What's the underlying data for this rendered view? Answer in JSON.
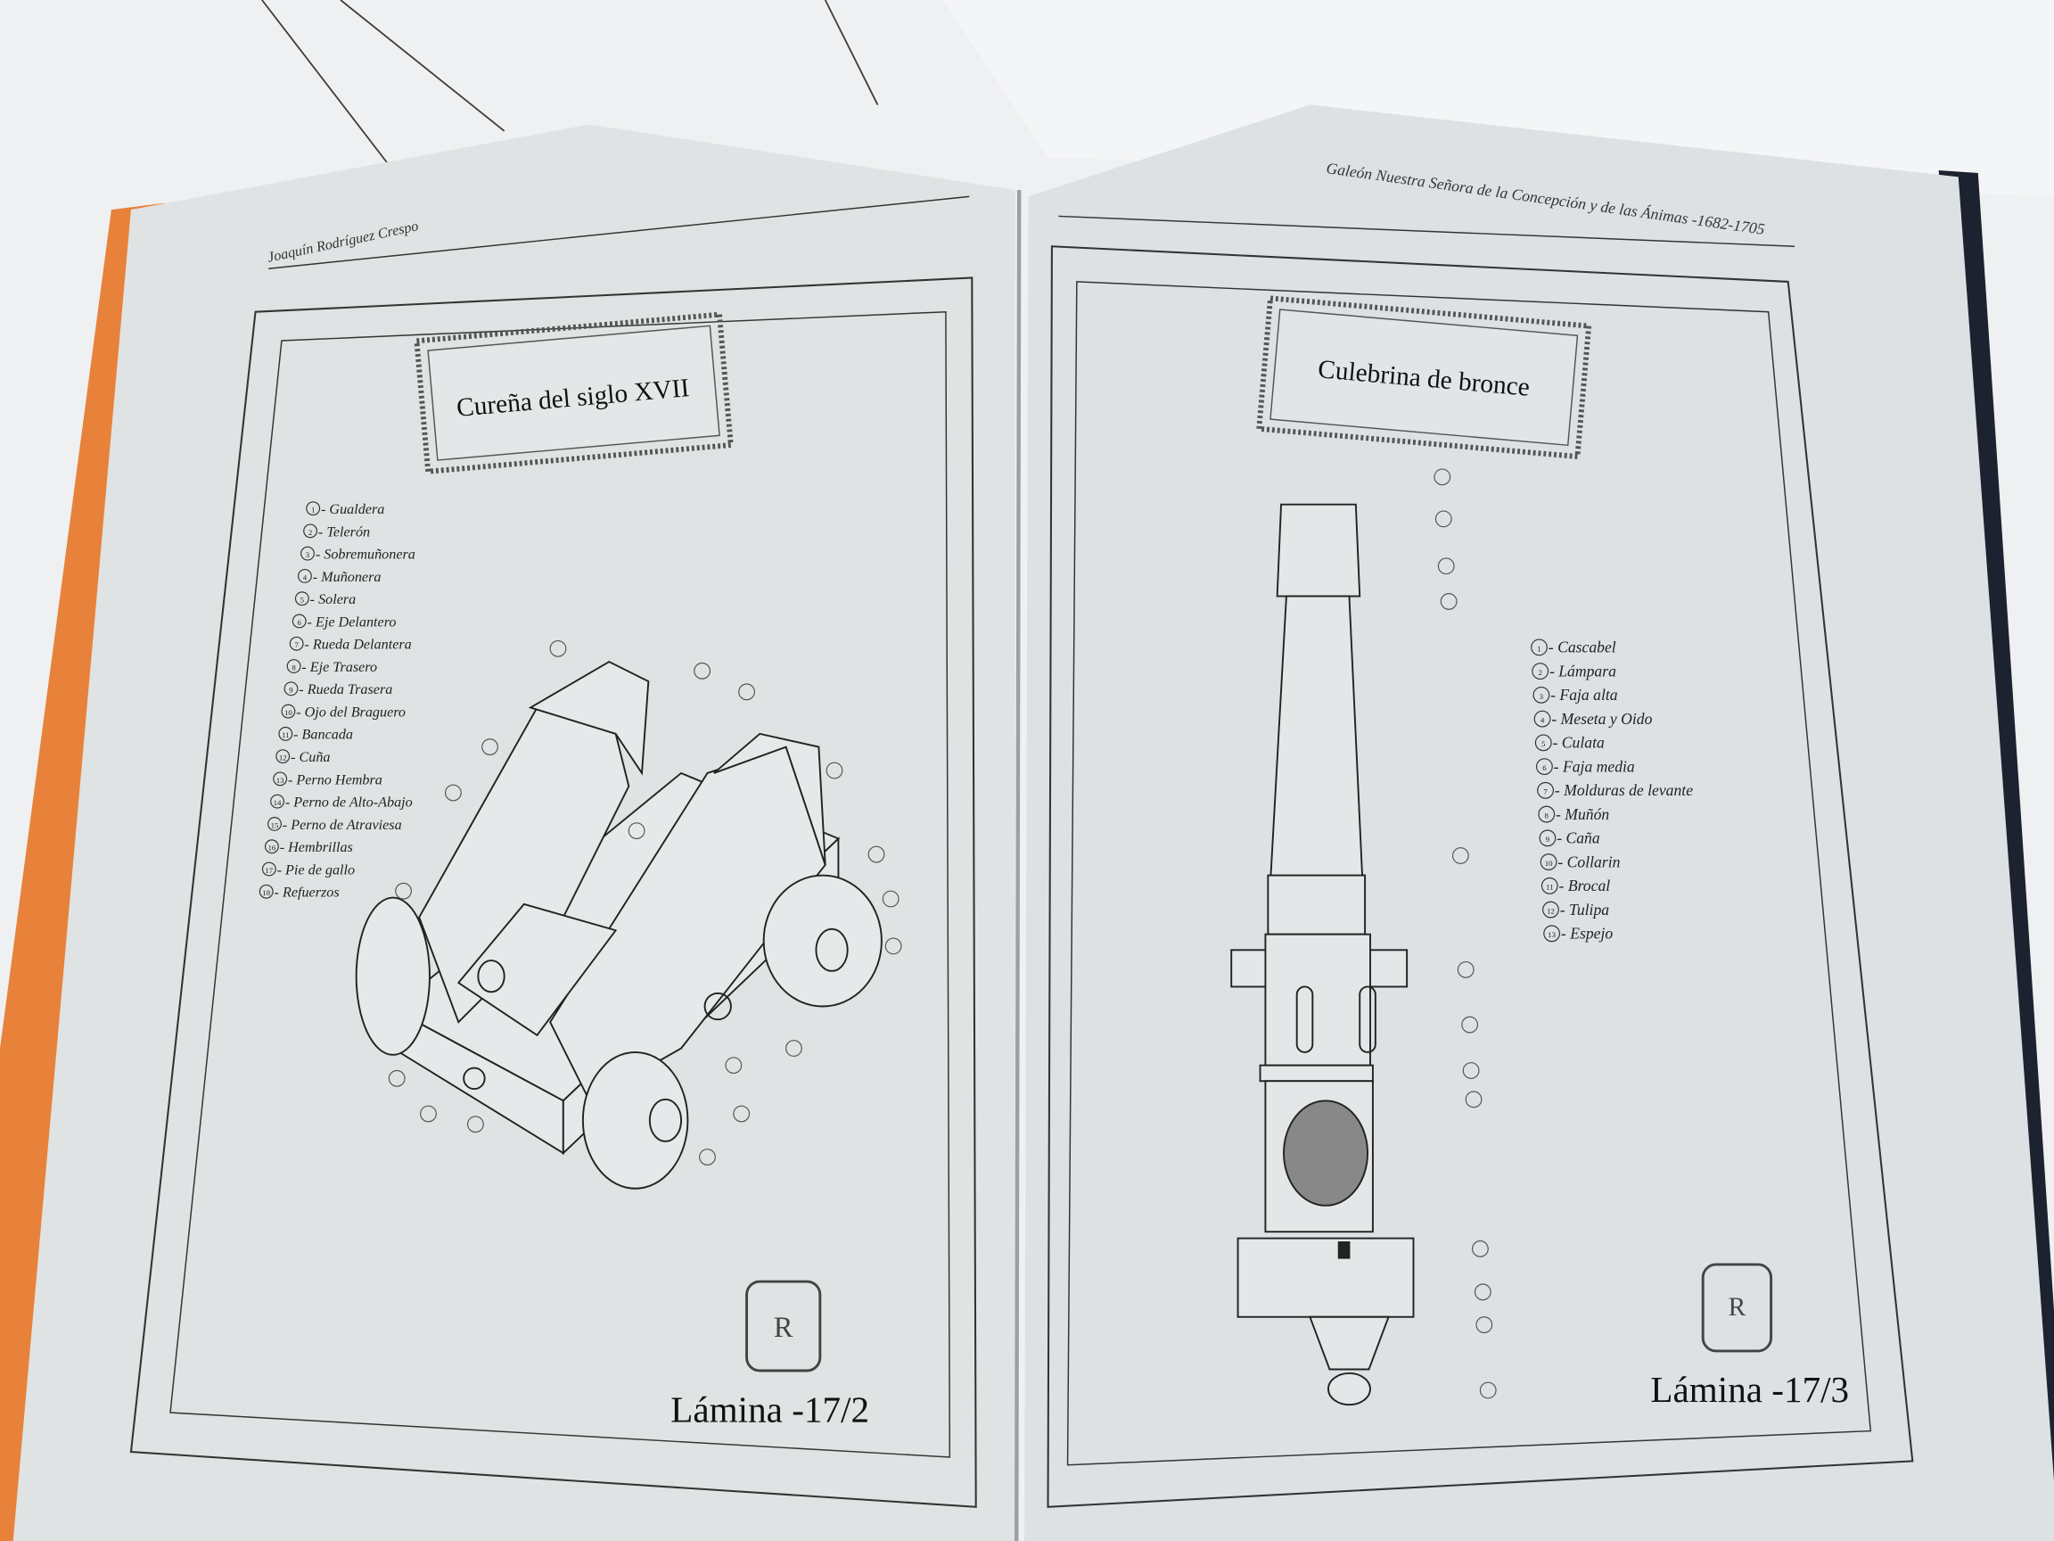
{
  "left_page": {
    "running_head": "Joaquín Rodríguez Crespo",
    "title": "Cureña  del siglo XVII",
    "plate": "Lámina -17/2",
    "legend": [
      {
        "n": "1",
        "label": "- Gualdera"
      },
      {
        "n": "2",
        "label": "- Telerón"
      },
      {
        "n": "3",
        "label": "- Sobremuñonera"
      },
      {
        "n": "4",
        "label": "- Muñonera"
      },
      {
        "n": "5",
        "label": "- Solera"
      },
      {
        "n": "6",
        "label": "- Eje Delantero"
      },
      {
        "n": "7",
        "label": "- Rueda Delantera"
      },
      {
        "n": "8",
        "label": "- Eje Trasero"
      },
      {
        "n": "9",
        "label": "- Rueda Trasera"
      },
      {
        "n": "10",
        "label": "- Ojo del Braguero"
      },
      {
        "n": "11",
        "label": "- Bancada"
      },
      {
        "n": "12",
        "label": "- Cuña"
      },
      {
        "n": "13",
        "label": "- Perno Hembra"
      },
      {
        "n": "14",
        "label": "- Perno de Alto-Abajo"
      },
      {
        "n": "15",
        "label": "- Perno de Atraviesa"
      },
      {
        "n": "16",
        "label": "- Hembrillas"
      },
      {
        "n": "17",
        "label": "- Pie de gallo"
      },
      {
        "n": "18",
        "label": "- Refuerzos"
      }
    ]
  },
  "right_page": {
    "running_head": "Galeón Nuestra Señora de la Concepción y de las Ánimas -1682-1705",
    "title": "Culebrina de bronce",
    "plate": "Lámina -17/3",
    "legend": [
      {
        "n": "1",
        "label": "- Cascabel"
      },
      {
        "n": "2",
        "label": "- Lámpara"
      },
      {
        "n": "3",
        "label": "- Faja alta"
      },
      {
        "n": "4",
        "label": "- Meseta y Oido"
      },
      {
        "n": "5",
        "label": "- Culata"
      },
      {
        "n": "6",
        "label": "- Faja media"
      },
      {
        "n": "7",
        "label": "- Molduras de levante"
      },
      {
        "n": "8",
        "label": "- Muñón"
      },
      {
        "n": "9",
        "label": "- Caña"
      },
      {
        "n": "10",
        "label": "- Collarin"
      },
      {
        "n": "11",
        "label": "- Brocal"
      },
      {
        "n": "12",
        "label": "- Tulipa"
      },
      {
        "n": "13",
        "label": "- Espejo"
      }
    ]
  },
  "colors": {
    "page": "#dfe3e4",
    "cover_orange": "#e8823a",
    "cover_dark": "#1d2230",
    "ink": "#222222"
  }
}
